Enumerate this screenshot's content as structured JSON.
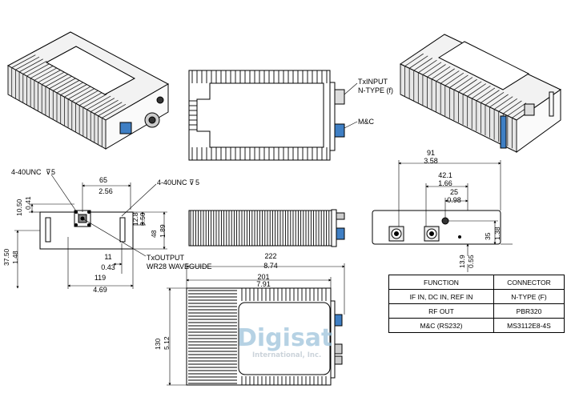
{
  "labels": {
    "tx_input": "TxINPUT",
    "tx_input_type": "N-TYPE (f)",
    "mc": "M&C",
    "tap_left": "4-40UNC",
    "tap_left_depth": "5",
    "tap_right": "4-40UNC",
    "tap_right_depth": "5",
    "tx_output": "TxOUTPUT",
    "waveguide": "WR28 WAVEGUIDE"
  },
  "dims": {
    "d65_mm": "65",
    "d65_in": "2.56",
    "d10_mm": "10.50",
    "d10_in": "0.41",
    "d12_mm": "12.8",
    "d12_in": "0.50",
    "d48_mm": "48",
    "d48_in": "1.89",
    "d37_mm": "37.50",
    "d37_in": "1.48",
    "d11_mm": "11",
    "d11_in": "0.43",
    "d119_mm": "119",
    "d119_in": "4.69",
    "d91_mm": "91",
    "d91_in": "3.58",
    "d42_mm": "42.1",
    "d42_in": "1.66",
    "d25_mm": "25",
    "d25_in": "0.98",
    "d35_mm": "35",
    "d35_in": "1.38",
    "d13_mm": "13.9",
    "d13_in": "0.55",
    "d222_mm": "222",
    "d222_in": "8.74",
    "d201_mm": "201",
    "d201_in": "7.91",
    "d130_mm": "130",
    "d130_in": "5.12"
  },
  "table": {
    "header": {
      "function": "FUNCTION",
      "connector": "CONNECTOR"
    },
    "rows": [
      {
        "function": "IF IN, DC IN, REF IN",
        "connector": "N-TYPE (F)"
      },
      {
        "function": "RF OUT",
        "connector": "PBR320"
      },
      {
        "function": "M&C (RS232)",
        "connector": "MS3112E8-4S"
      }
    ]
  },
  "watermark": {
    "brand": "Digisat",
    "sub": "International, Inc."
  },
  "colors": {
    "connector_blue": "#3f7fc4",
    "outline": "#000000",
    "watermark": "#9ec4dc"
  }
}
